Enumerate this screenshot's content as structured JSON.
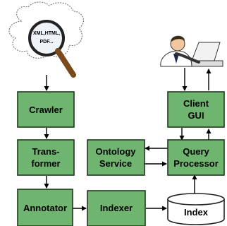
{
  "cloud": {
    "line1": "XML,HTML,",
    "line2": "PDF..."
  },
  "nodes": {
    "crawler": {
      "lines": [
        "Crawler"
      ]
    },
    "transformer": {
      "lines": [
        "Trans-",
        "former"
      ]
    },
    "annotator": {
      "lines": [
        "Annotator"
      ]
    },
    "indexer": {
      "lines": [
        "Indexer"
      ]
    },
    "ontology": {
      "lines": [
        "Ontology",
        "Service"
      ]
    },
    "query": {
      "lines": [
        "Query",
        "Processor"
      ]
    },
    "client": {
      "lines": [
        "Client",
        "GUI"
      ]
    },
    "index": {
      "lines": [
        "Index"
      ]
    }
  },
  "icons": {
    "magnifier": "magnifying-glass-icon",
    "user": "user-at-computer-icon",
    "database": "database-cylinder-icon"
  },
  "colors": {
    "box_fill": "#6fb46f",
    "box_stroke": "#1e3a1e"
  }
}
